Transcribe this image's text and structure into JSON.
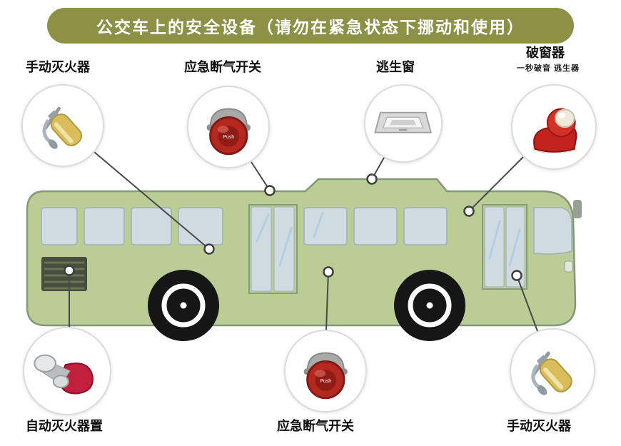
{
  "banner": {
    "title": "公交车上的安全设备（请勿在紧急状态下挪动和使用）"
  },
  "equipment": {
    "top": [
      {
        "label": "手动灭火器"
      },
      {
        "label": "应急断气开关"
      },
      {
        "label": "逃生窗"
      },
      {
        "label": "破窗器",
        "sublabel": "一秒破音 逃生器"
      }
    ],
    "bottom": [
      {
        "label": "自动灭火器置"
      },
      {
        "label": "应急断气开关"
      },
      {
        "label": "手动灭火器"
      }
    ]
  },
  "icons": {
    "switch_text": "Push"
  },
  "colors": {
    "banner_bg": "#8c9146",
    "bus_body": "#b9cd94",
    "window": "#cfdbe0",
    "accent_red": "#b5281f"
  }
}
